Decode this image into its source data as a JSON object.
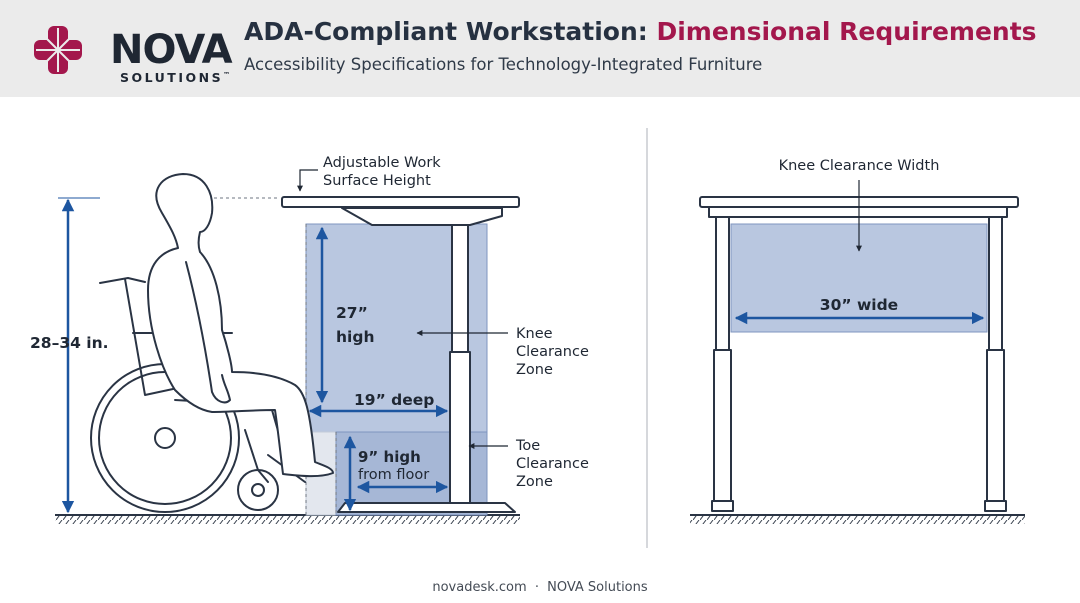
{
  "brand": {
    "name": "NOVA",
    "sub": "SOLUTIONS",
    "tm": "™"
  },
  "header": {
    "title_main": "ADA-Compliant Workstation:",
    "title_accent": "Dimensional Requirements",
    "subtitle": "Accessibility Specifications for Technology-Integrated Furniture"
  },
  "side_view": {
    "work_surface": [
      "Adjustable Work",
      "Surface Height"
    ],
    "height_range": "28–34 in.",
    "knee_height": [
      "27”",
      "high"
    ],
    "knee_depth": "19” deep",
    "knee_zone": [
      "Knee",
      "Clearance",
      "Zone"
    ],
    "toe_height": [
      "9” high",
      "from floor"
    ],
    "toe_zone": [
      "Toe",
      "Clearance",
      "Zone"
    ]
  },
  "front_view": {
    "label": "Knee Clearance Width",
    "width": "30” wide"
  },
  "footer": {
    "site": "novadesk.com",
    "sep": "·",
    "company": "NOVA Solutions"
  },
  "colors": {
    "accent": "#a3174c",
    "zone_fill": "#b9c7e0",
    "toe_fill": "#a6b7d6",
    "dimension": "#1d56a0",
    "line": "#2a3444"
  }
}
